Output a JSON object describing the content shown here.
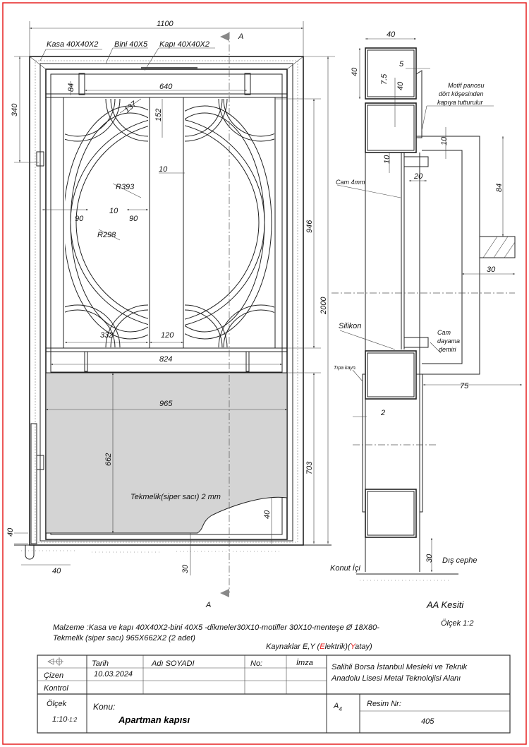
{
  "front_view": {
    "labels": {
      "kasa": "Kasa 40X40X2",
      "bini": "Bini 40X5",
      "kapi": "Kapı 40X40X2",
      "tekmelik": "Tekmelik(siper sacı) 2 mm"
    },
    "dimensions": {
      "width_total": "1100",
      "height_total": "2000",
      "top_offset": "340",
      "glass_height": "946",
      "lower_height": "703",
      "panel_height": "662",
      "panel_width": "965",
      "rail_width": "824",
      "top_rail_width": "640",
      "top_gap": "84",
      "arc_offset": "137",
      "center_top": "152",
      "center_bar_gap": "10",
      "radius_outer": "R393",
      "radius_inner": "R298",
      "ring_gap": "10",
      "left_90": "90",
      "right_90": "90",
      "motif_width": "332",
      "center_bar_width": "120",
      "bottom_left_40": "40",
      "bottom_40": "40",
      "bottom_30": "30",
      "panel_bottom_40": "40"
    },
    "section_marker": "A",
    "section_marker_bottom": "A"
  },
  "section_view": {
    "title": "AA Kesiti",
    "scale": "Ölçek 1:2",
    "dimensions": {
      "w40": "40",
      "h40": "40",
      "d5": "5",
      "d7_5": "7.5",
      "d40b": "40",
      "d10a": "10",
      "d10b": "10",
      "d20": "20",
      "d84": "84",
      "d30": "30",
      "d75": "75",
      "d2": "2",
      "d30b": "30"
    },
    "notes": {
      "motif_1": "Motif panosu",
      "motif_2": "dört köşesinden",
      "motif_3": "kapıya tutturulur",
      "cam": "Cam 4mm",
      "silikon": "Silikon",
      "cam_dayama_1": "Cam",
      "cam_dayama_2": "dayama",
      "cam_dayama_3": "demiri",
      "tipa": "Tıpa kayn.",
      "konut_ici": "Konut İçi",
      "dis_cephe": "Dış cephe"
    }
  },
  "notes": {
    "material_1": "Malzeme :Kasa ve kapı 40X40X2-bini 40X5 -dikmeler30X10-motifler 30X10-menteşe Ø 18X80-",
    "material_2": "Tekmelik (siper sacı) 965X662X2 (2 adet)",
    "welding_prefix": "Kaynaklar E,Y (",
    "welding_e": "E",
    "welding_mid": "lektrik)(",
    "welding_y": "Y",
    "welding_suffix": "atay)"
  },
  "title_block": {
    "headers": {
      "tarih": "Tarih",
      "adi": "Adı SOYADI",
      "no": "No:",
      "imza": "İmza"
    },
    "rows": {
      "cizen": "Çizen",
      "kontrol": "Kontrol"
    },
    "date": "10.03.2024",
    "school_1": "Salihli Borsa İstanbul Mesleki ve Teknik",
    "school_2": "Anadolu Lisesi     Metal Teknolojisi Alanı",
    "scale_label": "Ölçek",
    "scale_value": "1:10",
    "scale_value_small": "-1:2",
    "konu_label": "Konu:",
    "konu_value": "Apartman kapısı",
    "paper": "A",
    "paper_sub": "4",
    "resim_label": "Resim Nr:",
    "resim_value": "405"
  },
  "colors": {
    "border": "#e52020",
    "panel": "#d4d4d4"
  }
}
